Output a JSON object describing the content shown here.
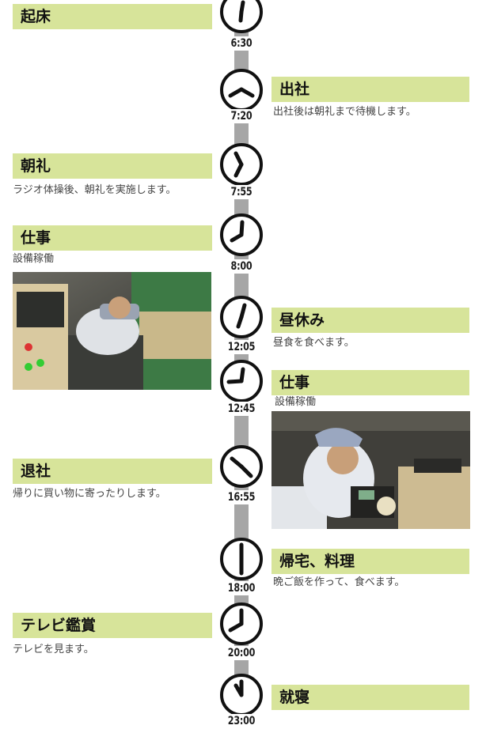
{
  "events": [
    {
      "time": "6:30",
      "title": "起床",
      "desc": ""
    },
    {
      "time": "7:20",
      "title": "出社",
      "desc": "出社後は朝礼まで待機します。"
    },
    {
      "time": "7:55",
      "title": "朝礼",
      "desc": "ラジオ体操後、朝礼を実施します。"
    },
    {
      "time": "8:00",
      "title": "仕事",
      "desc": "設備稼働"
    },
    {
      "time": "12:05",
      "title": "昼休み",
      "desc": "昼食を食べます。"
    },
    {
      "time": "12:45",
      "title": "仕事",
      "desc": "設備稼働"
    },
    {
      "time": "16:55",
      "title": "退社",
      "desc": "帰りに買い物に寄ったりします。"
    },
    {
      "time": "18:00",
      "title": "帰宅、料理",
      "desc": "晩ご飯を作って、食べます。"
    },
    {
      "time": "20:00",
      "title": "テレビ鑑賞",
      "desc": "テレビを見ます。"
    },
    {
      "time": "23:00",
      "title": "就寝",
      "desc": ""
    }
  ],
  "colors": {
    "label_bg": "#d7e49a",
    "axis": "#a6a6a6",
    "clock_border": "#111111"
  }
}
